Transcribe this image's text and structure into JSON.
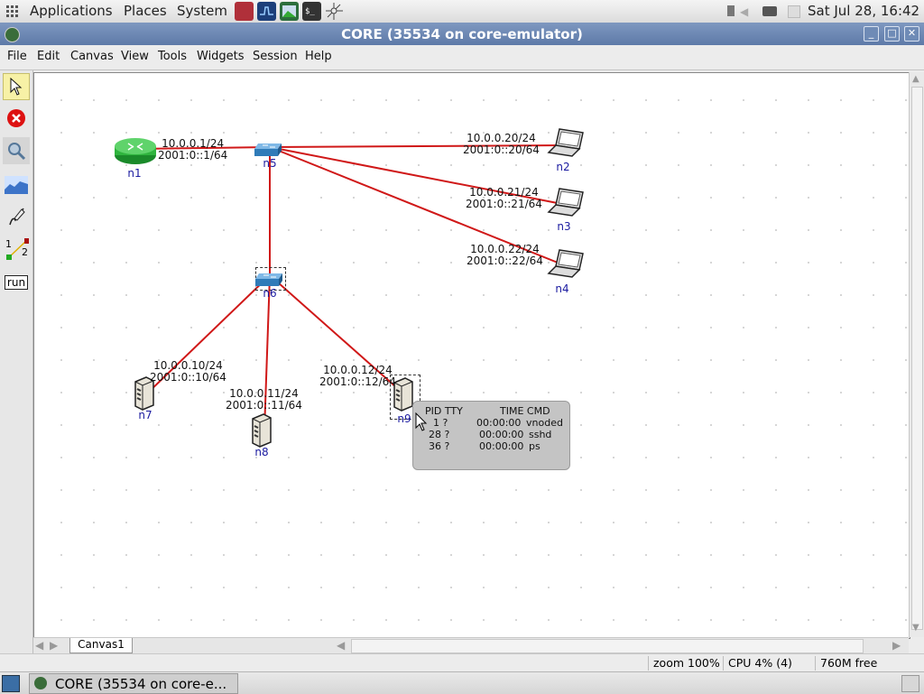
{
  "top_panel": {
    "menus": [
      "Applications",
      "Places",
      "System"
    ],
    "datetime": "Sat Jul 28, 16:42"
  },
  "window": {
    "title": "CORE (35534 on core-emulator)"
  },
  "menubar": [
    "File",
    "Edit",
    "Canvas",
    "View",
    "Tools",
    "Widgets",
    "Session",
    "Help"
  ],
  "toolbar": {
    "tools": [
      "select-tool",
      "stop-tool",
      "observer-tool",
      "plot-tool",
      "marker-tool",
      "two-node-tool",
      "run-tool"
    ],
    "run_label": "run",
    "two_node_left": "1",
    "two_node_right": "2"
  },
  "canvas": {
    "nodes": [
      {
        "id": "n1",
        "label": "n1",
        "type": "router"
      },
      {
        "id": "n5",
        "label": "n5",
        "type": "switch"
      },
      {
        "id": "n6",
        "label": "n6",
        "type": "switch"
      },
      {
        "id": "n2",
        "label": "n2",
        "type": "laptop"
      },
      {
        "id": "n3",
        "label": "n3",
        "type": "laptop"
      },
      {
        "id": "n4",
        "label": "n4",
        "type": "laptop"
      },
      {
        "id": "n7",
        "label": "n7",
        "type": "server"
      },
      {
        "id": "n8",
        "label": "n8",
        "type": "server"
      },
      {
        "id": "n9",
        "label": "n9",
        "type": "server"
      }
    ],
    "addresses": {
      "n1": [
        "10.0.0.1/24",
        "2001:0::1/64"
      ],
      "n2": [
        "10.0.0.20/24",
        "2001:0::20/64"
      ],
      "n3": [
        "10.0.0.21/24",
        "2001:0::21/64"
      ],
      "n4": [
        "10.0.0.22/24",
        "2001:0::22/64"
      ],
      "n7": [
        "10.0.0.10/24",
        "2001:0::10/64"
      ],
      "n8": [
        "10.0.0.11/24",
        "2001:0::11/64"
      ],
      "n9": [
        "10.0.0.12/24",
        "2001:0::12/64"
      ]
    },
    "tab": "Canvas1"
  },
  "tooltip": {
    "header_pid_tty": "PID TTY",
    "header_time_cmd": "TIME CMD",
    "rows": [
      {
        "pid": "1 ?",
        "time": "00:00:00",
        "cmd": "vnoded"
      },
      {
        "pid": "28 ?",
        "time": "00:00:00",
        "cmd": "sshd"
      },
      {
        "pid": "36 ?",
        "time": "00:00:00",
        "cmd": "ps"
      }
    ]
  },
  "statusbar": {
    "zoom": "zoom 100%",
    "cpu": "CPU 4% (4)",
    "memory": "760M free"
  },
  "taskbar": {
    "task_label": "CORE (35534 on core-e..."
  },
  "colors": {
    "link": "#d01818",
    "titlebar": "#6a85b2",
    "node_label": "#1a1aa0"
  }
}
